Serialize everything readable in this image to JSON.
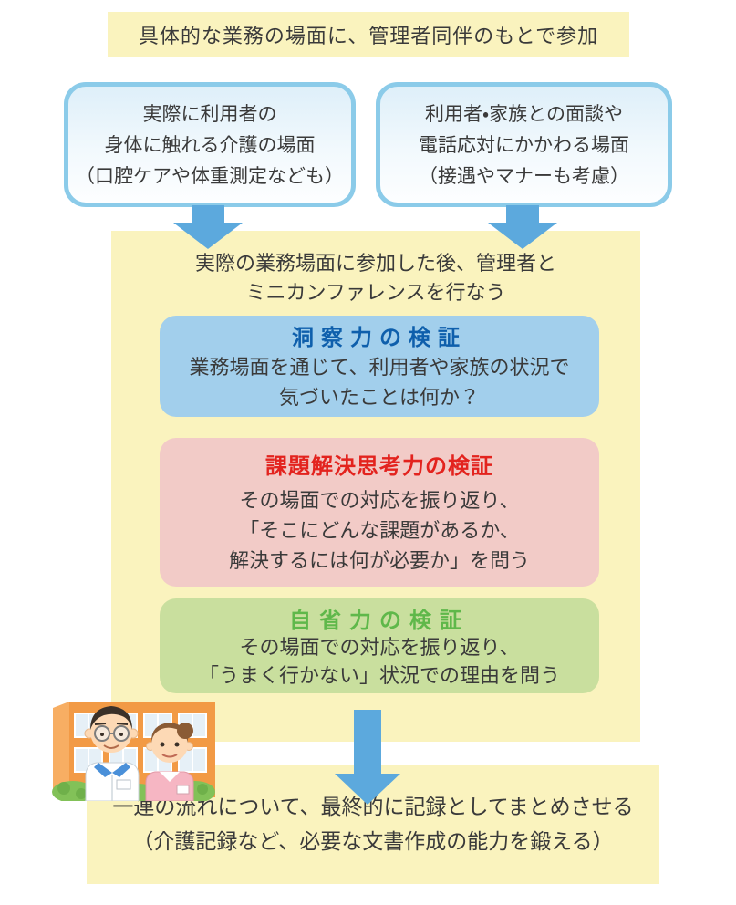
{
  "colors": {
    "box_yellow": "#FAF3BE",
    "scene_border": "#8BCBE9",
    "scene_fill_top": "#DEEFF9",
    "arrow_blue": "#5CA9DD",
    "panel_blue": "#A2CFEC",
    "panel_blue_title": "#0E5FAC",
    "panel_pink": "#F2CBC7",
    "panel_pink_title": "#E3231E",
    "panel_green": "#C9DF9E",
    "panel_green_title": "#5FB84A",
    "body_text": "#3A3A3A"
  },
  "top_banner": {
    "text": "具体的な業務の場面に、管理者同伴のもとで参加"
  },
  "scene_boxes": [
    {
      "lines": [
        "実際に利用者の",
        "身体に触れる介護の場面",
        "（口腔ケアや体重測定なども）"
      ]
    },
    {
      "lines": [
        "利用者・家族との面談や",
        "電話応対にかかわる場面",
        "（接遇やマナーも考慮）"
      ]
    }
  ],
  "conference_box": {
    "intro_lines": [
      "実際の業務場面に参加した後、管理者と",
      "ミニカンファレンスを行なう"
    ],
    "panels": [
      {
        "key": "insight-check",
        "title": "洞察力の検証",
        "lines": [
          "業務場面を通じて、利用者や家族の状況で",
          "気づいたことは何か？"
        ]
      },
      {
        "key": "problem-solving-check",
        "title": "課題解決思考力の検証",
        "lines": [
          "その場面での対応を振り返り、",
          "「そこにどんな課題があるか、",
          "解決するには何が必要か」を問う"
        ]
      },
      {
        "key": "self-reflection-check",
        "title": "自省力の検証",
        "lines": [
          "その場面での対応を振り返り、",
          "「うまく行かない」状況での理由を問う"
        ]
      }
    ]
  },
  "summary_box": {
    "lines": [
      "一連の流れについて、最終的に記録としてまとめさせる",
      "（介護記録など、必要な文書作成の能力を鍛える）"
    ]
  },
  "illustration": {
    "label": "care-workers-and-facility"
  }
}
